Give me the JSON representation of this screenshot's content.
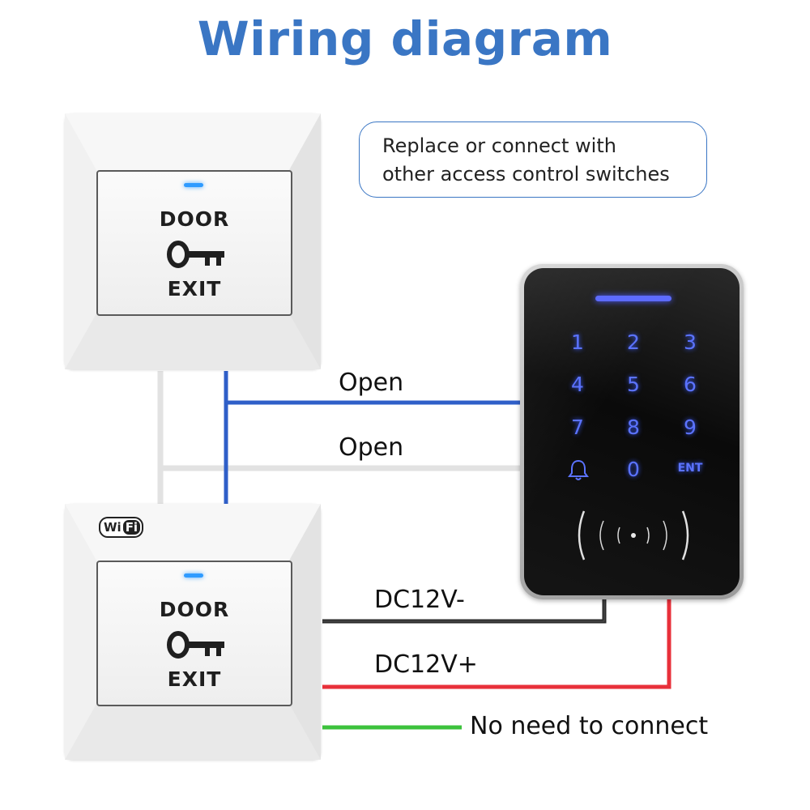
{
  "title": "Wiring diagram",
  "note": {
    "line1": "Replace or connect with",
    "line2": "other access control switches"
  },
  "exit_button_top": {
    "door_label": "DOOR",
    "exit_label": "EXIT"
  },
  "exit_button_bottom": {
    "door_label": "DOOR",
    "exit_label": "EXIT",
    "wifi_badge_left": "Wi",
    "wifi_badge_right": "Fi"
  },
  "keypad": {
    "keys": [
      "1",
      "2",
      "3",
      "4",
      "5",
      "6",
      "7",
      "8",
      "9",
      "",
      "0",
      "ENT"
    ],
    "bell_icon": "bell-icon",
    "rfid_icon": "rfid-icon"
  },
  "wires": [
    {
      "label": "Open",
      "color": "#2f5fc8"
    },
    {
      "label": "Open",
      "color": "#e4e4e4"
    },
    {
      "label": "DC12V-",
      "color": "#222222"
    },
    {
      "label": "DC12V+",
      "color": "#e8303a"
    },
    {
      "label": "No need to connect",
      "color": "#3cc23c"
    }
  ],
  "accent_color": "#3a76c4"
}
